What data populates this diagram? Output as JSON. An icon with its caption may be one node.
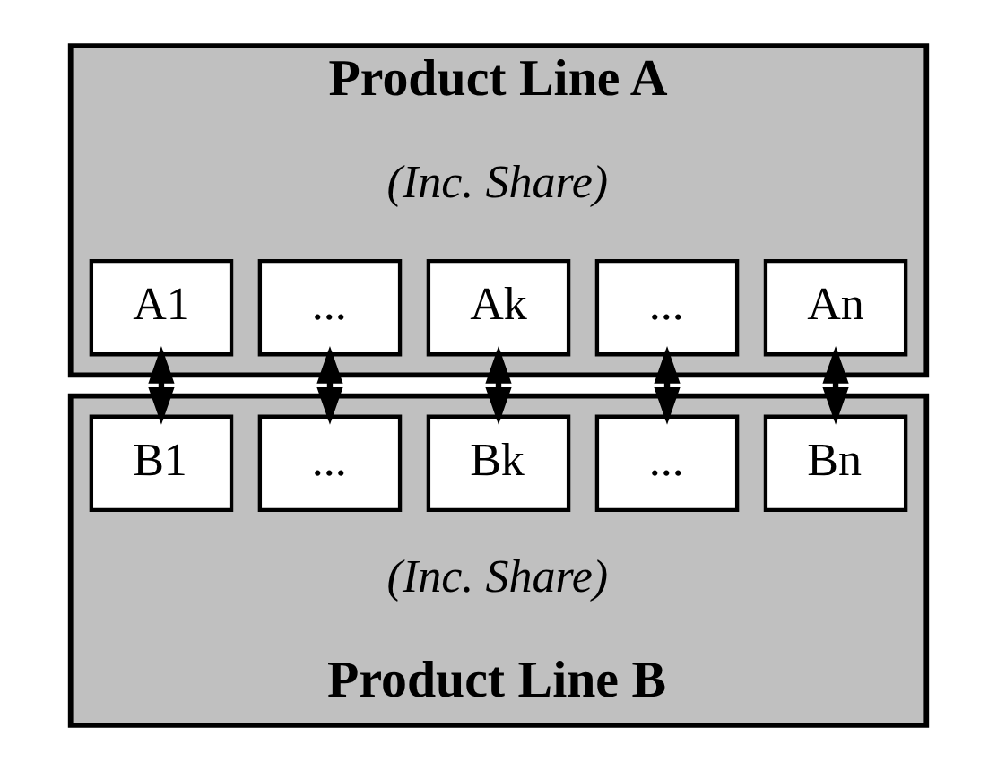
{
  "diagram": {
    "nodes": [
      {
        "text": [
          "Product Line A"
        ]
      },
      {
        "text": [
          "A1"
        ],
        "in": 0
      },
      {
        "text": [
          "..."
        ],
        "in": 0
      },
      {
        "text": [
          "Ak"
        ],
        "in": 0
      },
      {
        "text": [
          "..."
        ],
        "in": 0
      },
      {
        "text": [
          "An"
        ],
        "in": 0
      },
      {
        "text": [
          "Product Line B"
        ]
      },
      {
        "text": [
          "B1"
        ],
        "in": 6
      },
      {
        "text": [
          "..."
        ],
        "in": 6
      },
      {
        "text": [
          "Bk"
        ],
        "in": 6
      },
      {
        "text": [
          "..."
        ],
        "in": 6
      },
      {
        "text": [
          "Bn"
        ],
        "in": 6
      }
    ],
    "edges": [
      {
        "from": 1,
        "to": 7,
        "arrow": "both"
      },
      {
        "from": 2,
        "to": 8,
        "arrow": "both"
      },
      {
        "from": 3,
        "to": 9,
        "arrow": "both"
      },
      {
        "from": 4,
        "to": 10,
        "arrow": "both"
      },
      {
        "from": 5,
        "to": 11,
        "arrow": "both"
      }
    ],
    "labels": [
      "(Inc. Share)",
      "(Inc. Share)"
    ]
  }
}
